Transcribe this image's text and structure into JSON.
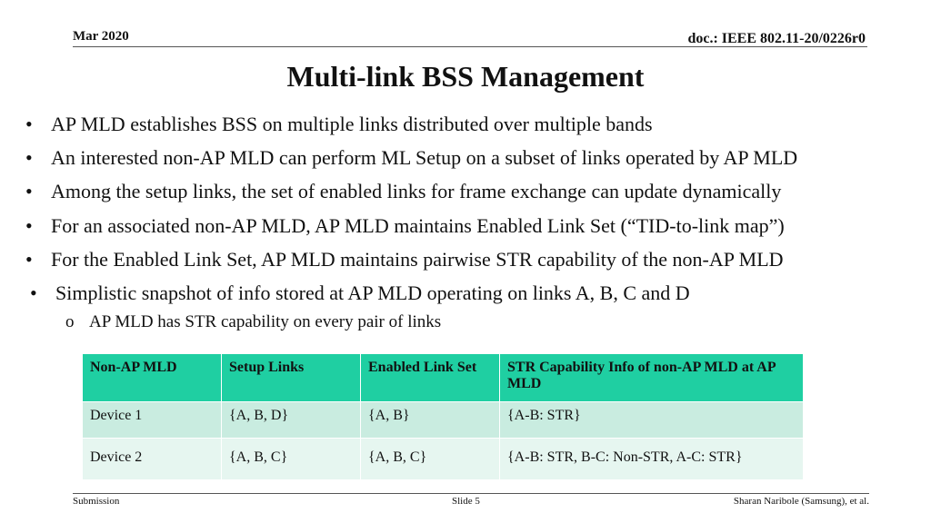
{
  "header": {
    "date": "Mar 2020",
    "doc": "doc.: IEEE 802.11-20/0226r0"
  },
  "title": "Multi-link BSS Management",
  "bullets": [
    "AP MLD establishes BSS on multiple links distributed over multiple bands",
    "An interested non-AP MLD can perform ML Setup on a subset of links operated by AP MLD",
    "Among the setup links, the set of enabled links for frame exchange can update dynamically",
    "For an associated non-AP MLD, AP MLD maintains Enabled Link Set (“TID-to-link map”)",
    "For the Enabled Link Set, AP MLD maintains pairwise STR capability of the non-AP MLD",
    "Simplistic snapshot of info stored at AP MLD operating on links A, B, C and D"
  ],
  "sub_bullet": "AP MLD has STR capability on every pair of links",
  "table": {
    "headers": [
      "Non-AP MLD",
      "Setup Links",
      "Enabled Link Set",
      "STR Capability Info of non-AP MLD at AP MLD"
    ],
    "rows": [
      [
        "Device 1",
        "{A, B, D}",
        "{A, B}",
        "{A-B: STR}"
      ],
      [
        "Device 2",
        "{A, B, C}",
        "{A, B, C}",
        "{A-B: STR, B-C: Non-STR, A-C: STR}"
      ]
    ]
  },
  "footer": {
    "left": "Submission",
    "center": "Slide 5",
    "right": "Sharan Naribole (Samsung), et al."
  }
}
